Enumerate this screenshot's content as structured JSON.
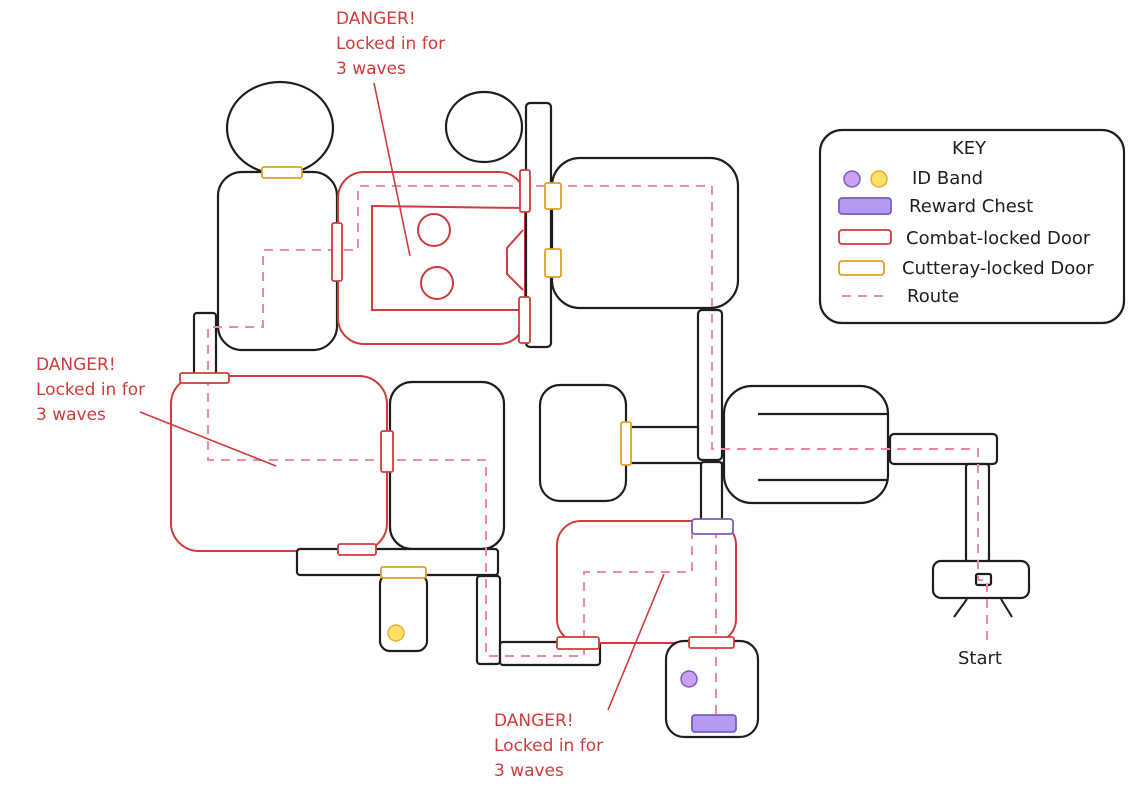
{
  "danger_notes": [
    {
      "title": "DANGER!",
      "line2": "Locked in for",
      "line3": "3 waves"
    },
    {
      "title": "DANGER!",
      "line2": "Locked in for",
      "line3": "3 waves"
    },
    {
      "title": "DANGER!",
      "line2": "Locked in for",
      "line3": "3 waves"
    }
  ],
  "key": {
    "title": "KEY",
    "items": [
      {
        "label": "ID Band",
        "icon": "id-band-icon"
      },
      {
        "label": "Reward Chest",
        "icon": "reward-chest-icon"
      },
      {
        "label": "Combat-locked Door",
        "icon": "combat-door-icon"
      },
      {
        "label": "Cutteray-locked Door",
        "icon": "cutteray-door-icon"
      },
      {
        "label": "Route",
        "icon": "route-line-icon"
      }
    ]
  },
  "start_label": "Start",
  "colors": {
    "danger": "#d03b3b",
    "cutteray_door": "#e0a020",
    "route": "#f08a9a",
    "id_band_purple": "#c9a0f0",
    "id_band_yellow": "#ffe066",
    "reward_chest": "#b49af0",
    "outline": "#1e1e1e"
  }
}
